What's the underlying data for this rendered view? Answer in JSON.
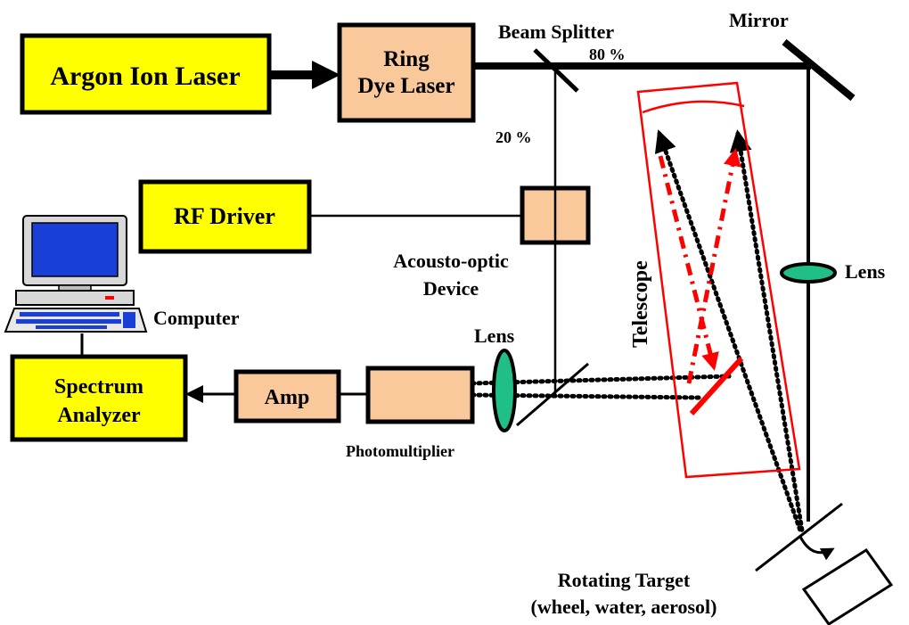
{
  "boxes": {
    "argon_laser": "Argon Ion Laser",
    "ring_dye_line1": "Ring",
    "ring_dye_line2": "Dye Laser",
    "rf_driver": "RF Driver",
    "spectrum_line1": "Spectrum",
    "spectrum_line2": "Analyzer",
    "amp": "Amp"
  },
  "labels": {
    "beam_splitter": "Beam Splitter",
    "split_80": "80 %",
    "split_20": "20 %",
    "mirror": "Mirror",
    "aod_line1": "Acousto-optic",
    "aod_line2": "Device",
    "lens_right": "Lens",
    "lens_left": "Lens",
    "telescope": "Telescope",
    "computer": "Computer",
    "photomultiplier": "Photomultiplier",
    "target_line1": "Rotating Target",
    "target_line2": "(wheel, water, aerosol)"
  },
  "colors": {
    "box_yellow": "#ffff00",
    "box_tan": "#f9c89b",
    "telescope_red": "#ff0000",
    "lens_green": "#1fbf86",
    "monitor_blue": "#1a3fd6"
  }
}
